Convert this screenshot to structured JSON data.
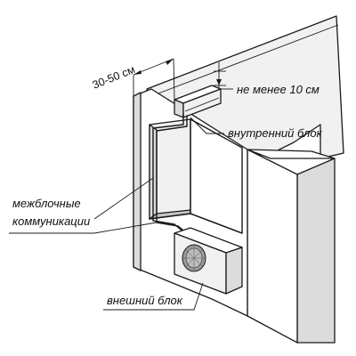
{
  "labels": {
    "distance_from_window": "30-50 см",
    "min_ceiling_gap": "не менее 10 см",
    "indoor_unit": "внутренний блок",
    "interblock_communications_line1": "межблочные",
    "interblock_communications_line2": "коммуникации",
    "outdoor_unit": "внешний блок"
  }
}
